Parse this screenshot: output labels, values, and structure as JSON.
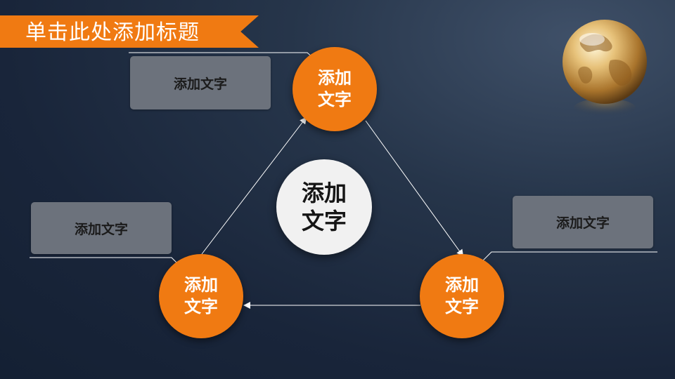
{
  "title": "单击此处添加标题",
  "center": {
    "line1": "添加",
    "line2": "文字"
  },
  "nodes": [
    {
      "line1": "添加",
      "line2": "文字"
    },
    {
      "line1": "添加",
      "line2": "文字"
    },
    {
      "line1": "添加",
      "line2": "文字"
    }
  ],
  "boxes": [
    {
      "label": "添加文字"
    },
    {
      "label": "添加文字"
    },
    {
      "label": "添加文字"
    }
  ],
  "colors": {
    "accent": "#f07a12",
    "box": "#6c727c",
    "center": "#f1f1f1",
    "background": "#1c2a3d"
  },
  "icons": {
    "logo": "golden-globe-icon"
  }
}
